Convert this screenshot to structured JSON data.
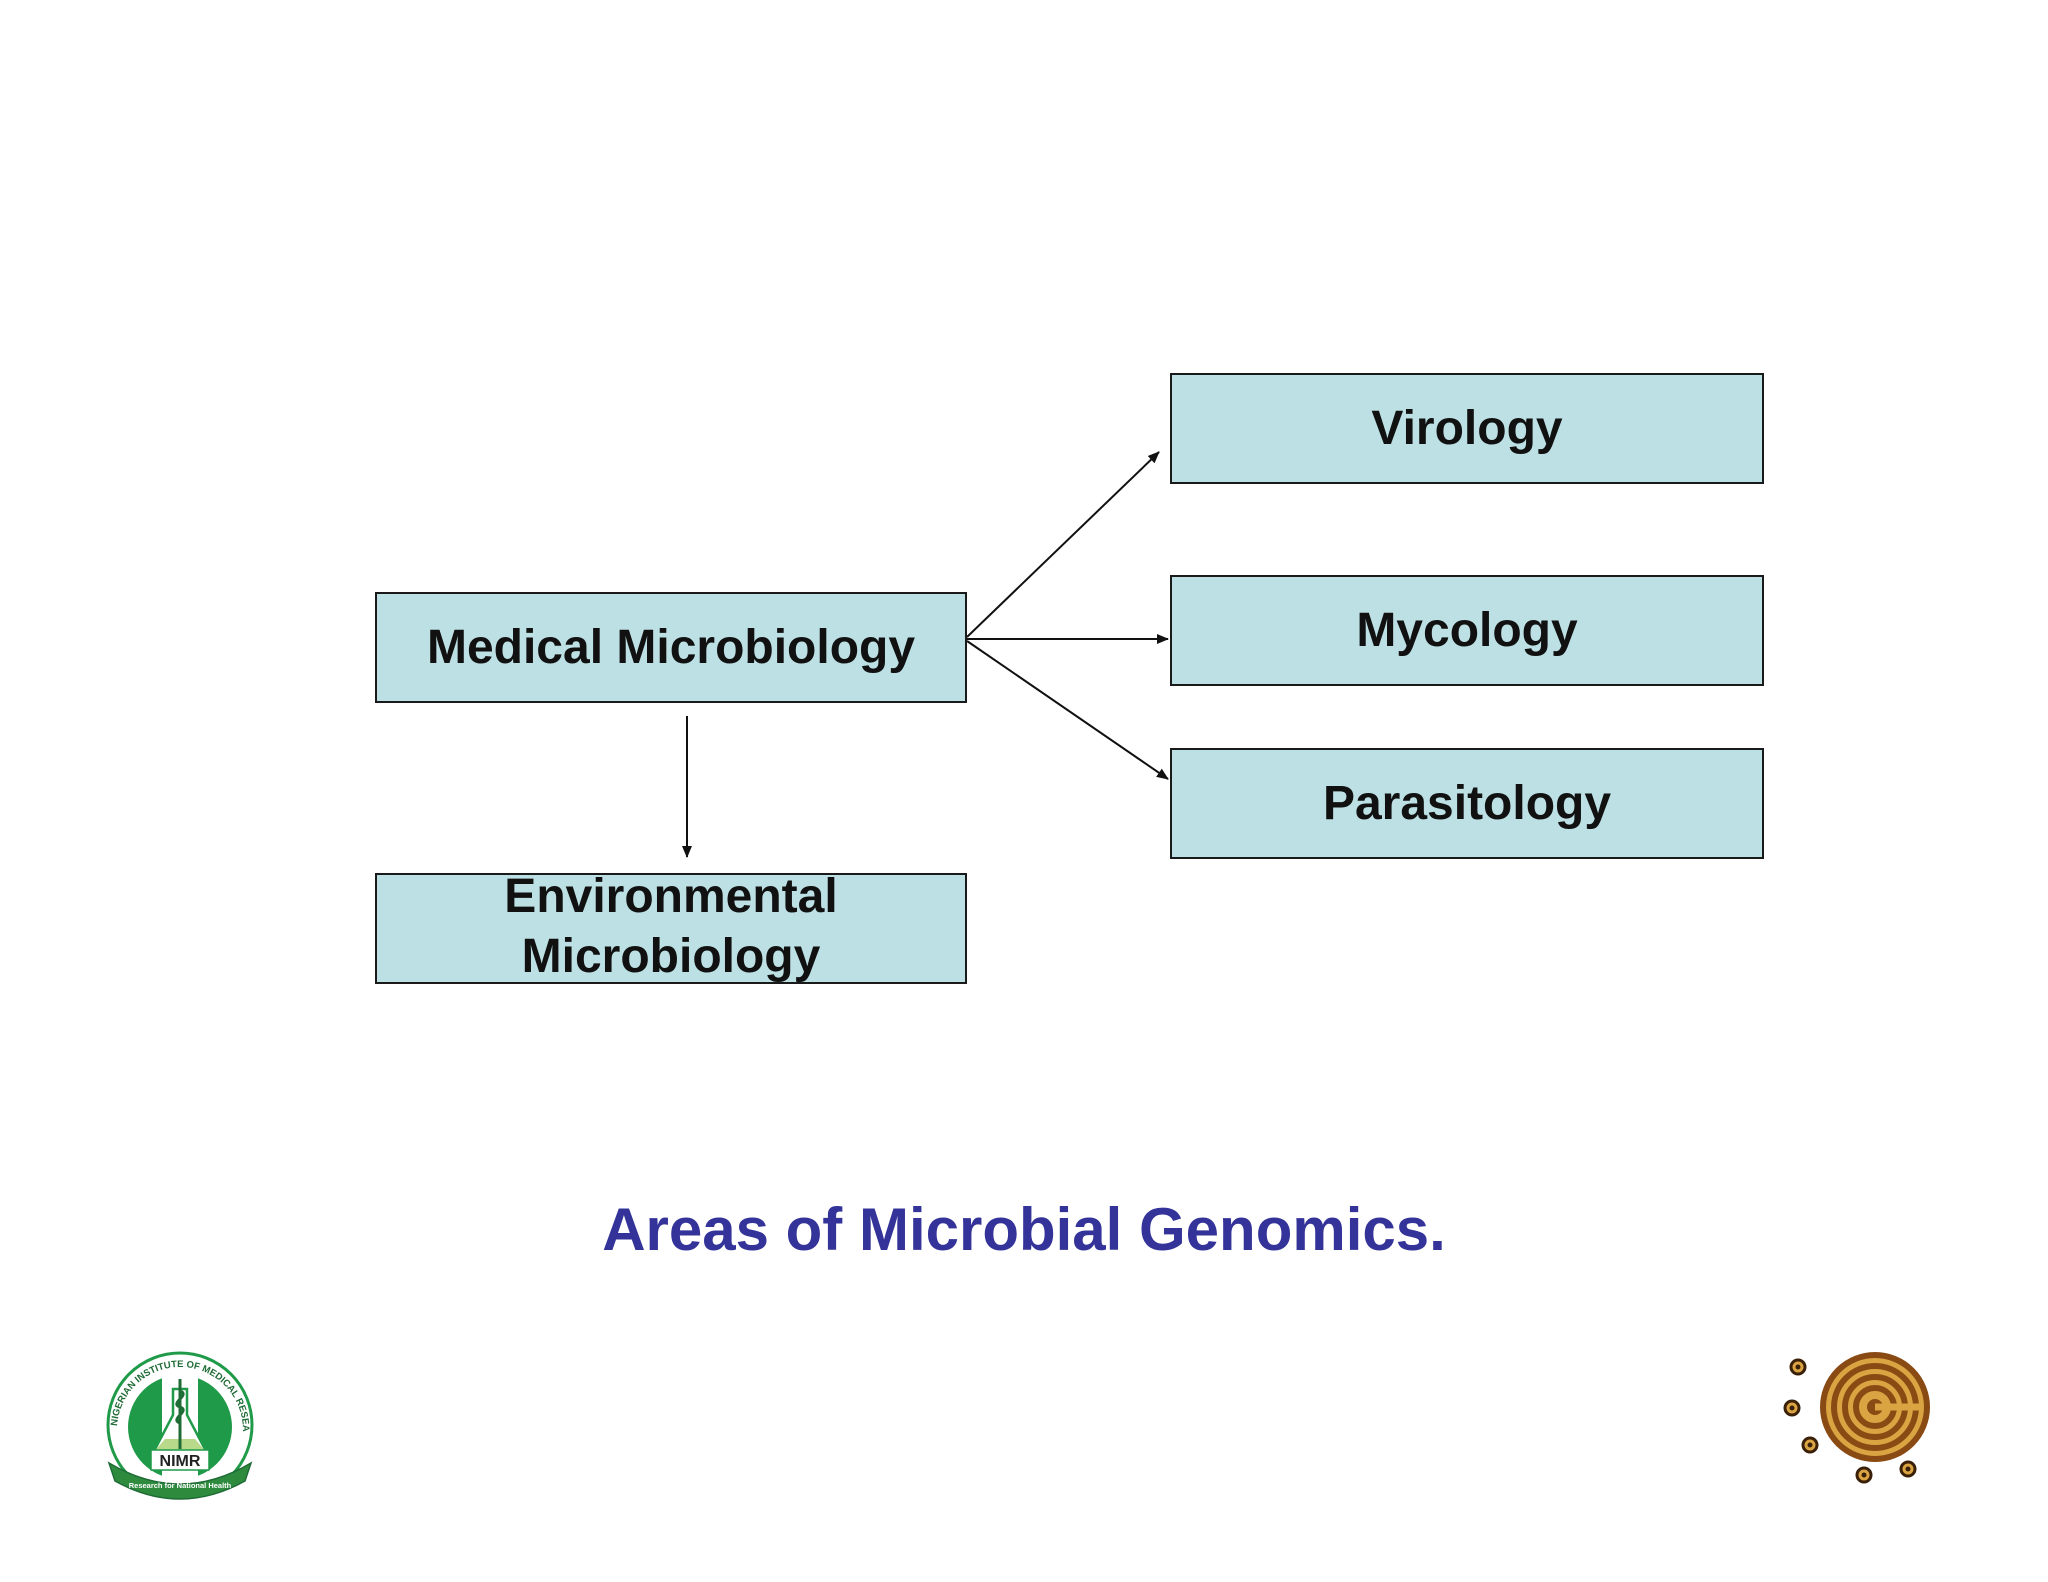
{
  "diagram": {
    "nodes": {
      "medical": "Medical Microbiology",
      "environmental": "Environmental\nMicrobiology",
      "virology": "Virology",
      "mycology": "Mycology",
      "parasitology": "Parasitology"
    },
    "edges": [
      {
        "from": "medical",
        "to": "virology"
      },
      {
        "from": "medical",
        "to": "mycology"
      },
      {
        "from": "medical",
        "to": "parasitology"
      },
      {
        "from": "medical",
        "to": "environmental"
      }
    ]
  },
  "caption": "Areas of Microbial Genomics.",
  "logos": {
    "left": {
      "icon": "nimr-logo-icon",
      "text": "NIMR",
      "ring_text": "NIGERIAN INSTITUTE OF MEDICAL RESEARCH",
      "ribbon_text": "Research for National Health",
      "colors": {
        "green": "#1f9a48",
        "white": "#ffffff",
        "ribbon": "#2e8b3e"
      }
    },
    "right": {
      "icon": "spiral-dots-icon",
      "colors": {
        "brown": "#8a4a14",
        "gold": "#d9a441",
        "dark": "#3a2008"
      }
    }
  },
  "colors": {
    "node_fill": "#bde0e4",
    "node_border": "#1a1a1a",
    "caption": "#333399"
  }
}
